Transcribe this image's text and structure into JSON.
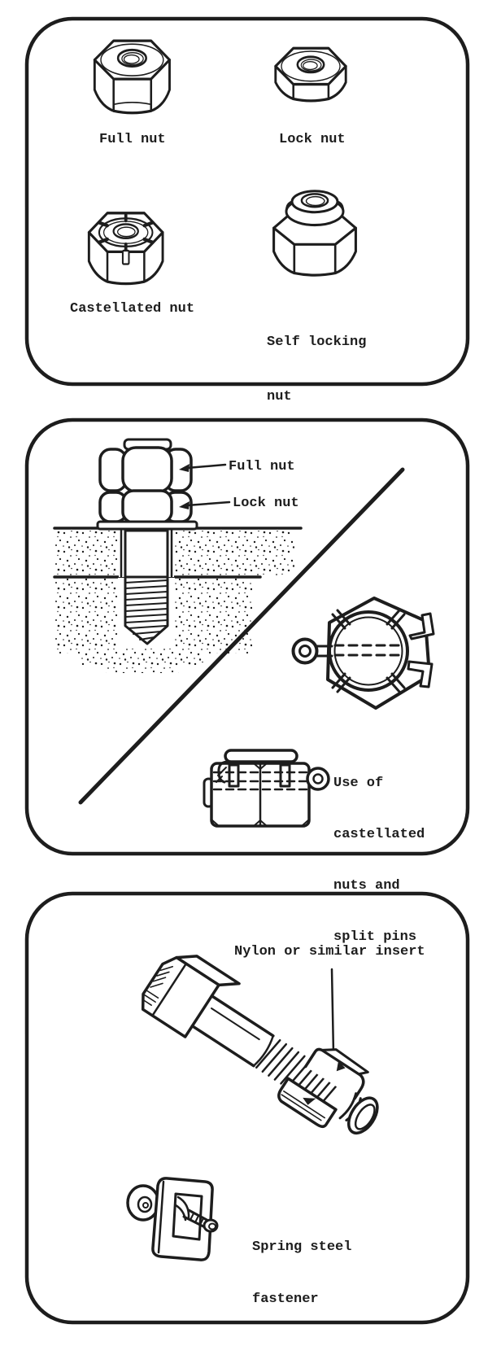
{
  "colors": {
    "ink": "#1d1d1d",
    "paper": "#ffffff"
  },
  "panel1": {
    "full_nut_label": "Full nut",
    "lock_nut_label": "Lock nut",
    "castellated_label": "Castellated nut",
    "self_locking_lines": [
      "Self locking",
      "nut"
    ]
  },
  "panel2": {
    "full_nut_label": "Full nut",
    "lock_nut_label": "Lock nut",
    "caption_lines": [
      "Use of",
      "castellated",
      "nuts and",
      "split pins"
    ]
  },
  "panel3": {
    "insert_label": "Nylon or similar insert",
    "caption_lines": [
      "Spring steel",
      "fastener"
    ]
  }
}
